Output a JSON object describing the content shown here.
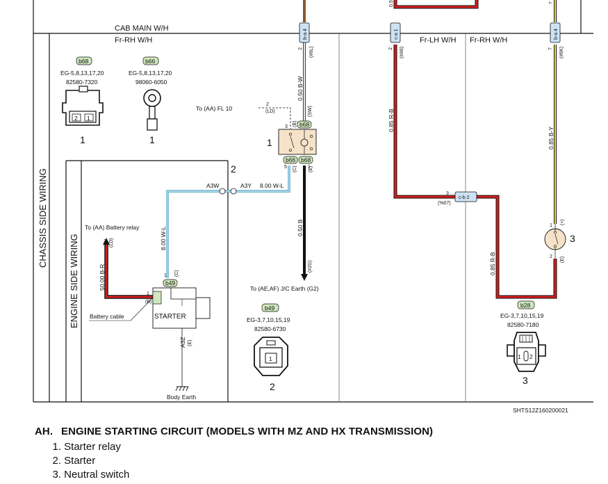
{
  "harness": {
    "cab_main": "CAB MAIN W/H",
    "fr_rh_left": "Fr-RH W/H",
    "fr_lh": "Fr-LH W/H",
    "fr_rh_right": "Fr-RH W/H",
    "chassis_side": "CHASSIS SIDE WIRING",
    "engine_side": "ENGINE SIDE WIRING"
  },
  "connectors": {
    "b68": {
      "tag": "b68",
      "ref": "EG-5,8,13,17,20",
      "part": "82580-7320",
      "pins": [
        "2",
        "1"
      ],
      "num": "1"
    },
    "b66": {
      "tag": "b66",
      "ref": "EG-5,8,13,17,20",
      "part": "98060-6050",
      "num": "1"
    },
    "b49": {
      "tag": "b49",
      "ref": "EG-3,7,10,15,19",
      "part": "82580-6730",
      "pin": "1",
      "num": "2"
    },
    "b28": {
      "tag": "b28",
      "ref": "EG-3,7,10,15,19",
      "part": "82580-7180",
      "pins": [
        "1",
        "2"
      ],
      "num": "3"
    }
  },
  "components": {
    "relay_num": "1",
    "starter_num": "2",
    "starter_label": "STARTER",
    "neutral_num": "3"
  },
  "joints": {
    "ba4_left": "b-a 4",
    "ca1": "c-a 1",
    "ba4_right": "b-a 4",
    "cb2": "c-b 2"
  },
  "wires": {
    "w_050bw": "0.50 B-W",
    "w_050b": "0.50 B",
    "w_085rb_top": "0.85 R-B",
    "w_085by": "0.85 B-Y",
    "w_085rb_bot": "0.85 R-B",
    "w_800wl_h": "8.00 W-L",
    "w_800wl_v": "8.00 W-L",
    "w_5000br": "50.00 B-R",
    "a3w": "A3W",
    "a3y": "A3Y",
    "a3z": "A3Z"
  },
  "pins": {
    "ba4l_pin": "2",
    "ba4l_code": "(#6L)",
    "ca1_pin": "2",
    "ca1_code": "(#A6)",
    "ba4r_pin": "7",
    "ba4r_code": "(#6K)",
    "cb2_pin": "3",
    "cb2_code": "(%07)",
    "sw_code": "(SW)",
    "ld_pin": "2",
    "ld_code": "(LD)",
    "ry_b_pin": "3",
    "ry_b_code": "(B)",
    "ry_c_pin": "5",
    "ry_c_code": "(C)",
    "ry_e_pin": "1",
    "ry_e_code": "(E)",
    "ae_code": "(#2G)",
    "st_ld_pin": "3",
    "st_ld_code": "(LD)",
    "st_c_pin": "1",
    "st_c_code": "(C)",
    "st_b_pin": "1",
    "st_b_code": "(B)",
    "st_e_code": "(E)",
    "ns_plus_pin": "1",
    "ns_plus_code": "(+)",
    "ns_e_pin": "2",
    "ns_e_code": "(E)",
    "top_r_pin": "7",
    "top_pin": "0.5"
  },
  "notes": {
    "to_fl10": "To (AA) FL 10",
    "to_batt_relay": "To (AA) Battery relay",
    "battery_cable": "Battery cable",
    "to_jc_earth": "To (AE,AF) J/C Earth (G2)",
    "body_earth": "Body Earth",
    "doc_code": "SHTS12Z160200021"
  },
  "caption": {
    "label": "AH.",
    "title": "ENGINE STARTING CIRCUIT (MODELS WITH MZ AND HX TRANSMISSION)",
    "items": [
      {
        "n": "1.",
        "text": "Starter relay"
      },
      {
        "n": "2.",
        "text": "Starter"
      },
      {
        "n": "3.",
        "text": "Neutral switch"
      }
    ]
  }
}
